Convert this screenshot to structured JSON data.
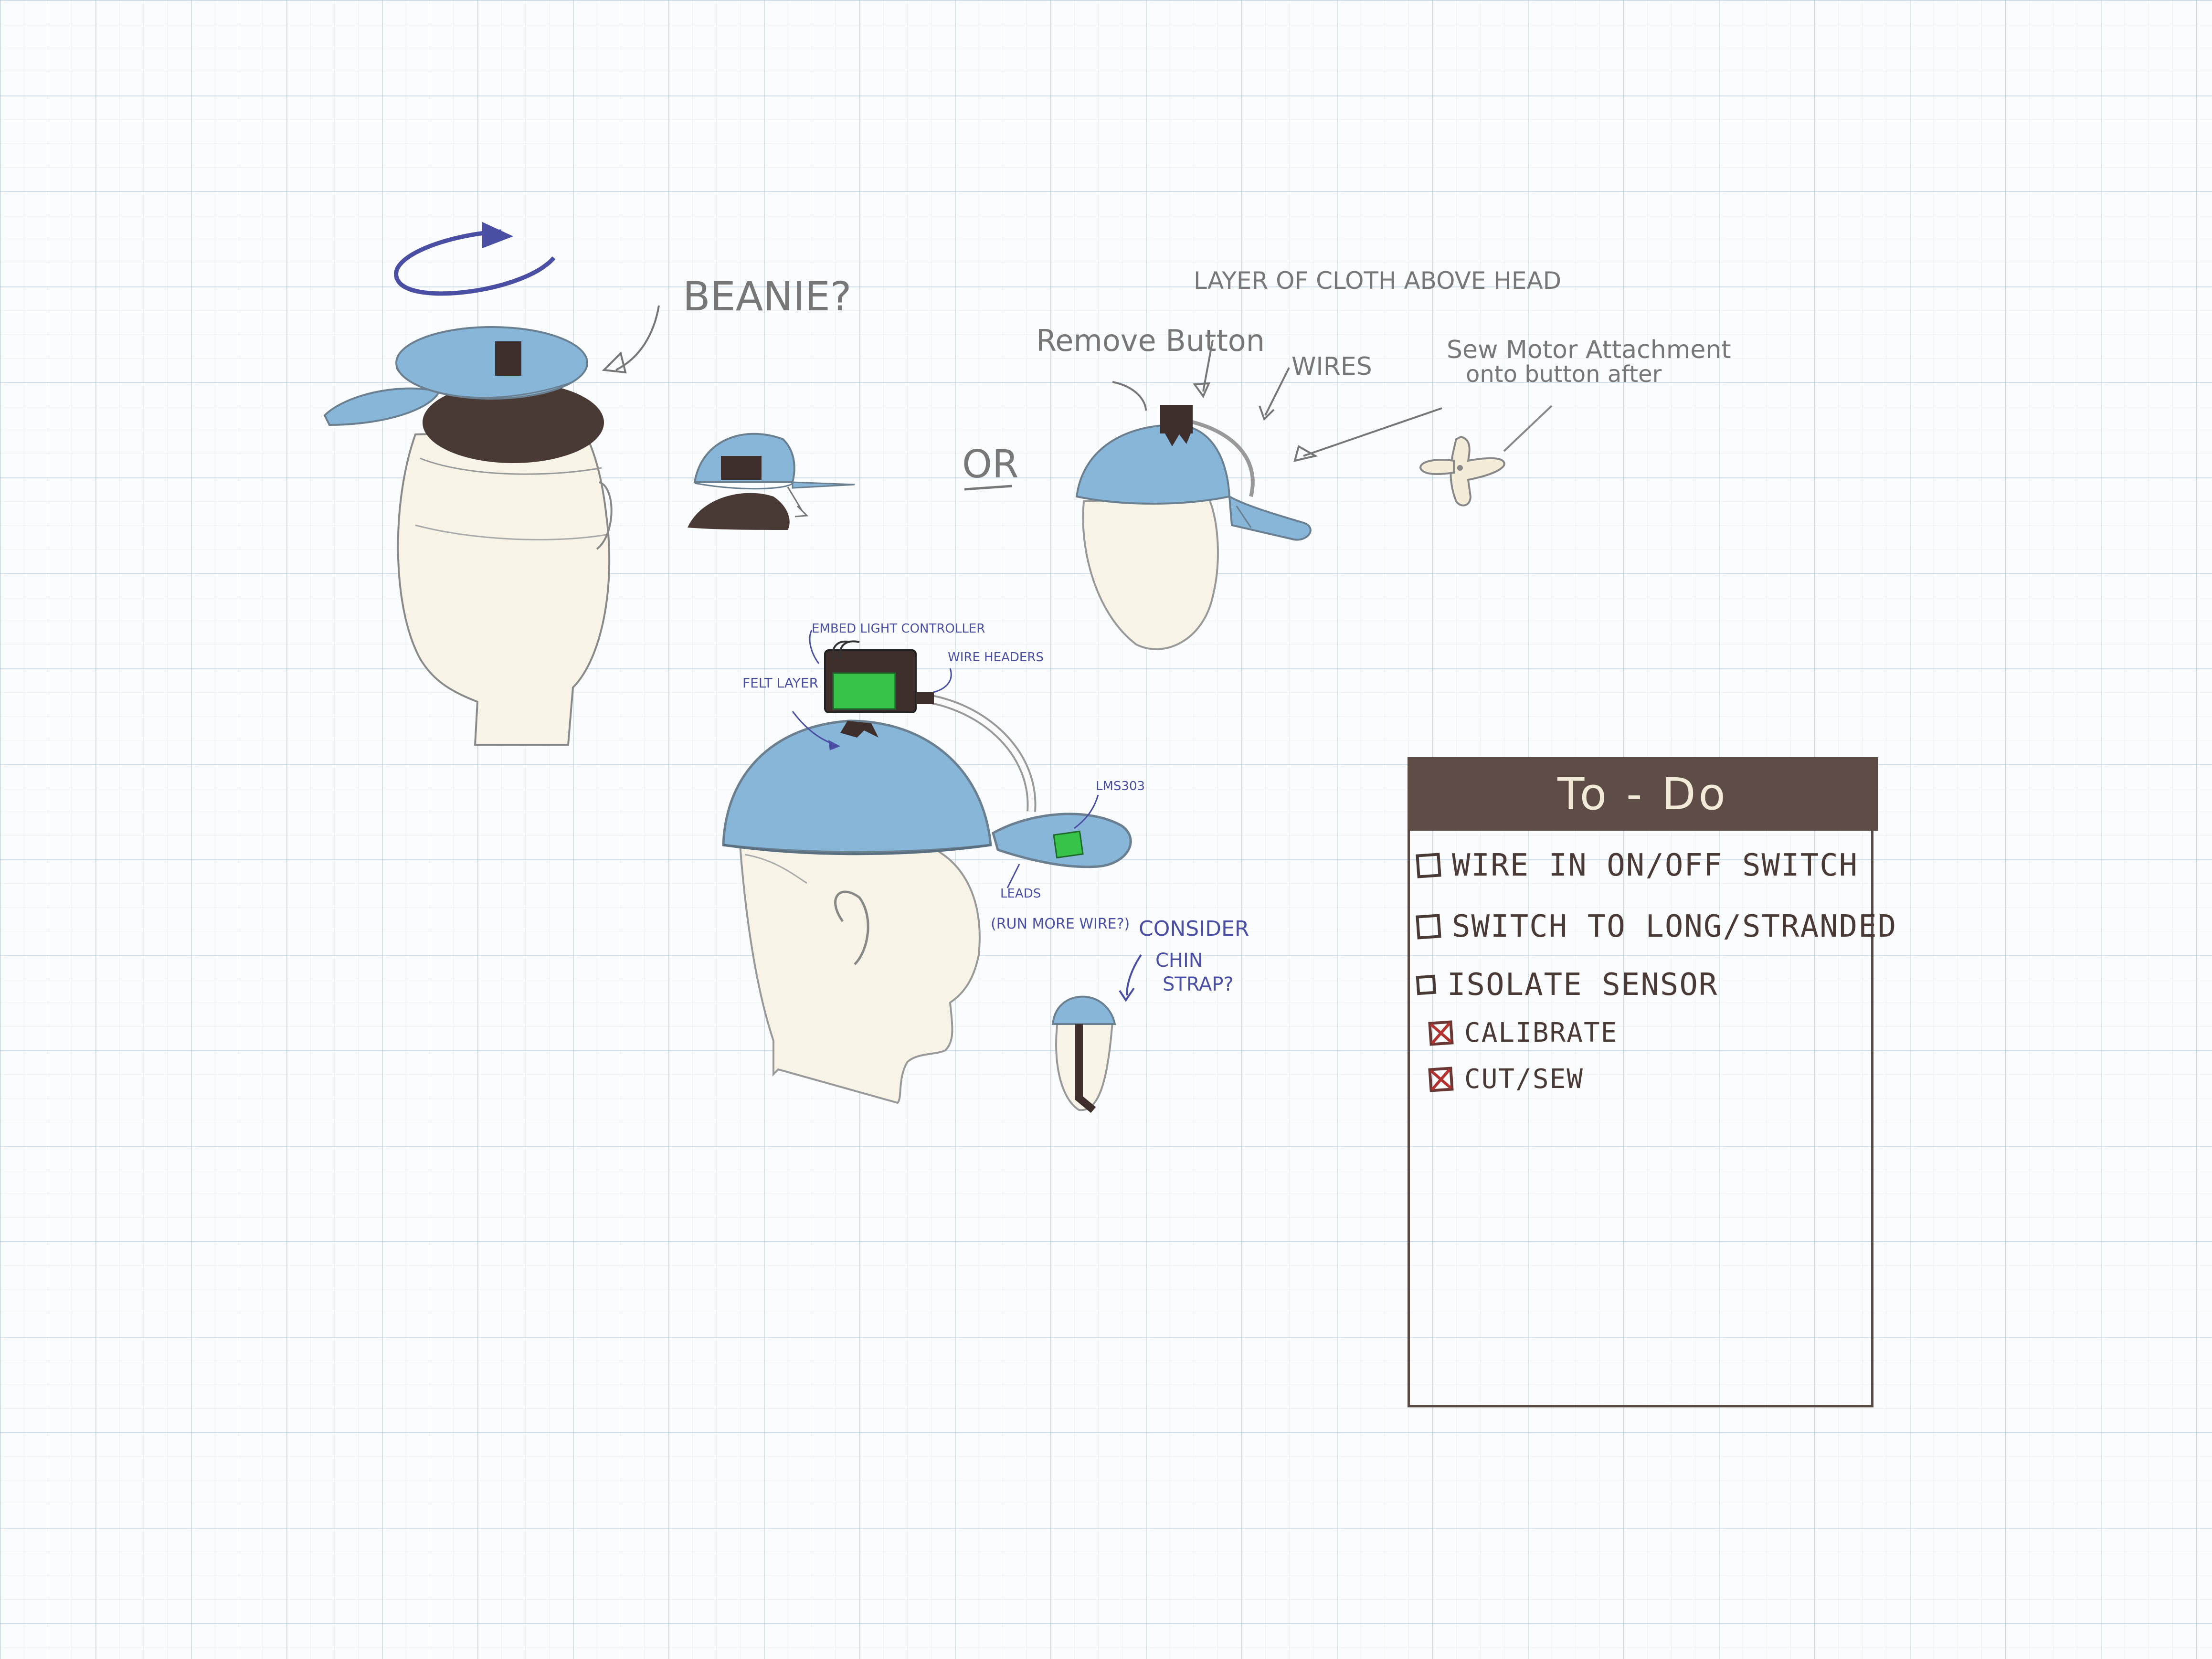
{
  "annotations": {
    "beanie": "BEANIE?",
    "or": "OR",
    "layer_of_cloth": "LAYER OF CLOTH ABOVE HEAD",
    "remove_button": "Remove Button",
    "wires": "WIRES",
    "sew_motor_1": "Sew Motor Attachment",
    "sew_motor_2": "onto button after",
    "embed_controller": "EMBED LIGHT CONTROLLER",
    "wire_headers": "WIRE HEADERS",
    "felt_layer": "FELT LAYER",
    "sensor": "LMS303",
    "leads": "LEADS",
    "run_wire": "(RUN MORE WIRE?)",
    "consider": "CONSIDER",
    "chin": "CHIN",
    "strap": "STRAP?"
  },
  "todo": {
    "title": "To - Do",
    "items": [
      {
        "label": "WIRE IN ON/OFF SWITCH",
        "checked": false
      },
      {
        "label": "SWITCH TO LONG/STRANDED",
        "checked": false
      },
      {
        "label": "ISOLATE SENSOR",
        "checked": false
      },
      {
        "label": "CALIBRATE",
        "checked": true
      },
      {
        "label": "CUT/SEW",
        "checked": true
      }
    ]
  },
  "colors": {
    "cap_blue": "#87b6d8",
    "brim_brown": "#4a3a36",
    "skin": "#f7f3e6",
    "pencil": "#7d7d7d",
    "ink_blue": "#4b4fa3",
    "component_green": "#37c24a",
    "todo_header": "#5e4c47",
    "check_red": "#b1322f"
  }
}
